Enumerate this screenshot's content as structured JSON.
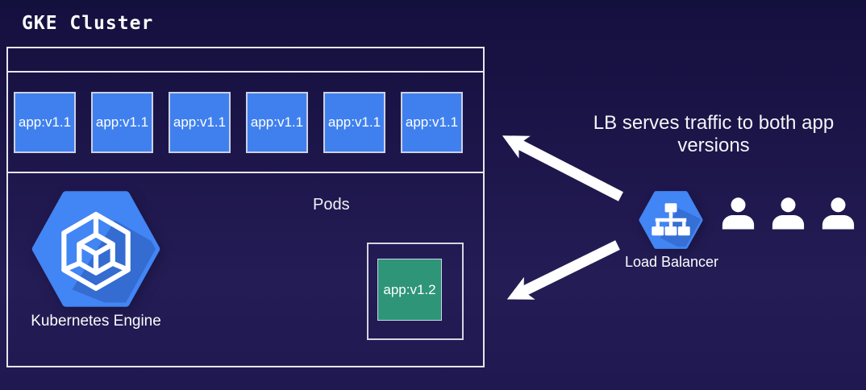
{
  "title": "GKE Cluster",
  "cluster": {
    "pods_label": "Pods",
    "engine_label": "Kubernetes Engine",
    "pods_v1": [
      {
        "label": "app:v1.1"
      },
      {
        "label": "app:v1.1"
      },
      {
        "label": "app:v1.1"
      },
      {
        "label": "app:v1.1"
      },
      {
        "label": "app:v1.1"
      },
      {
        "label": "app:v1.1"
      }
    ],
    "pod_v2": {
      "label": "app:v1.2"
    }
  },
  "annotation": {
    "text": "LB serves traffic to both app versions"
  },
  "load_balancer": {
    "label": "Load Balancer"
  },
  "users": {
    "count": 3
  },
  "icons": [
    "gke-hexagon-cube-icon",
    "load-balancer-hexagon-icon",
    "user-icon",
    "arrow-icon"
  ],
  "colors": {
    "background_top": "#14103e",
    "background_bottom": "#241c55",
    "pod_v1_fill": "#4080ee",
    "pod_v2_fill": "#2e9579",
    "hexagon_blue": "#4285f4",
    "border_light": "#e6e6f0",
    "text": "#ffffff"
  }
}
